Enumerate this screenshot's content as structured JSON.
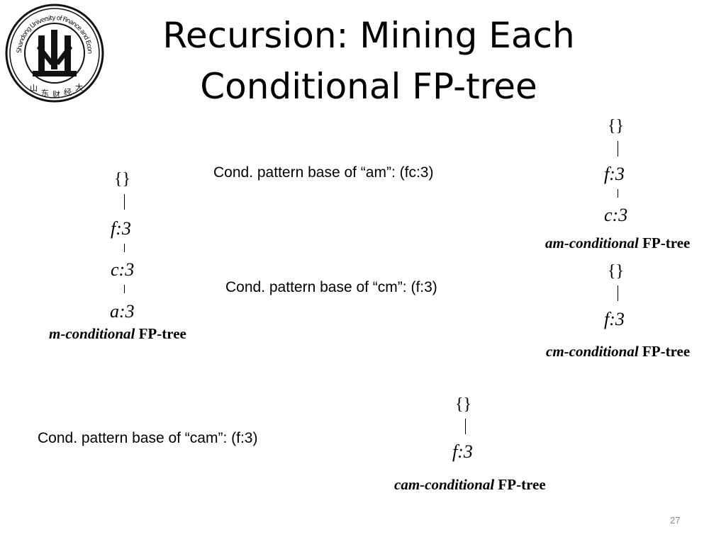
{
  "slide": {
    "title_line1": "Recursion: Mining Each",
    "title_line2": "Conditional FP-tree",
    "page_number": "27",
    "logo_text": "Shandong University of Finance and Economics"
  },
  "m_tree": {
    "root": "{}",
    "nodes": [
      "f:3",
      "c:3",
      "a:3"
    ],
    "caption_italic": "m-conditional",
    "caption_bold": " FP-tree"
  },
  "am_tree": {
    "root": "{}",
    "nodes": [
      "f:3",
      "c:3"
    ],
    "caption_italic": "am-conditional",
    "caption_bold": " FP-tree"
  },
  "cm_tree": {
    "root": "{}",
    "nodes": [
      "f:3"
    ],
    "caption_italic": "cm-conditional",
    "caption_bold": " FP-tree"
  },
  "cam_tree": {
    "root": "{}",
    "nodes": [
      "f:3"
    ],
    "caption_italic": "cam-conditional",
    "caption_bold": " FP-tree"
  },
  "pattern_bases": {
    "am": "Cond. pattern base of “am”: (fc:3)",
    "cm": "Cond. pattern base of “cm”: (f:3)",
    "cam": "Cond. pattern base of “cam”: (f:3)"
  }
}
